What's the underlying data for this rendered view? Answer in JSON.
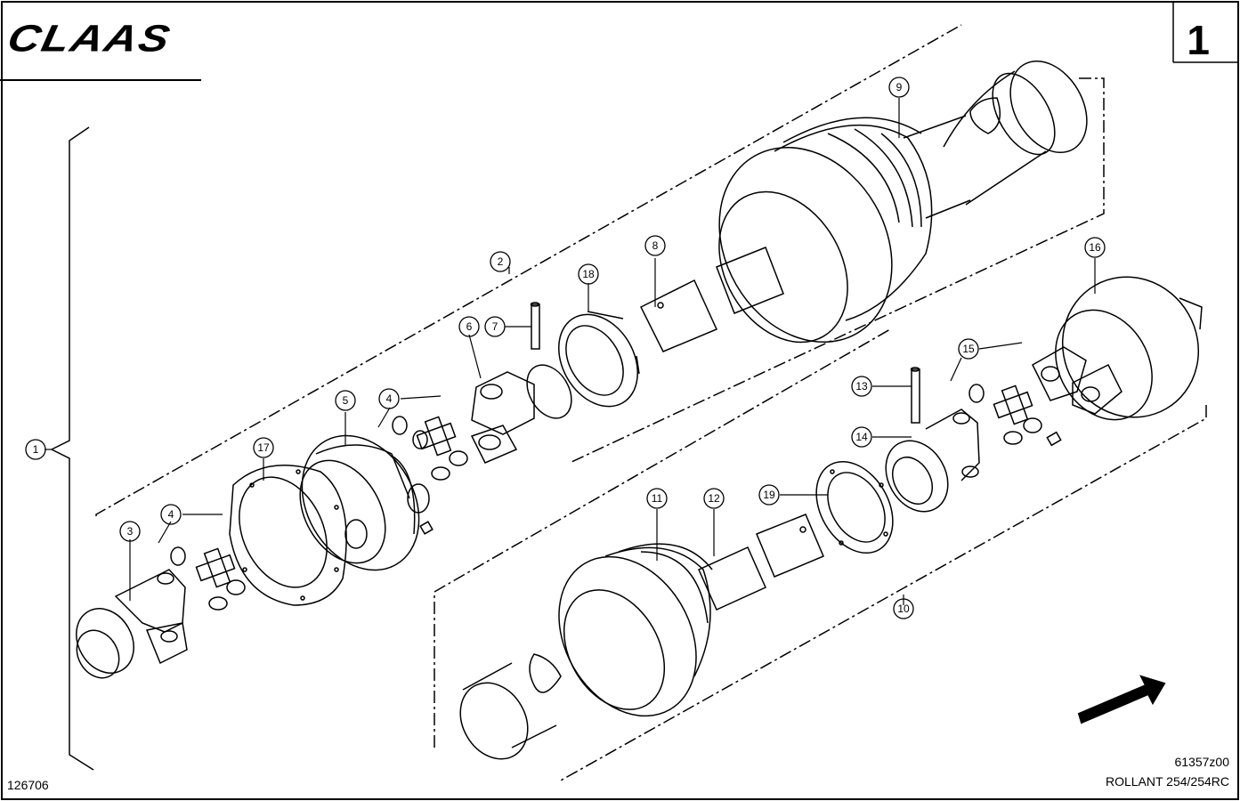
{
  "header": {
    "brand": "CLAAS",
    "page_number": "1"
  },
  "footer": {
    "doc_id": "126706",
    "drawing_number": "61357z00",
    "model": "ROLLANT 254/254RC"
  },
  "callouts": [
    "1",
    "2",
    "3",
    "4",
    "4",
    "5",
    "6",
    "7",
    "8",
    "9",
    "10",
    "11",
    "12",
    "13",
    "14",
    "15",
    "16",
    "17",
    "18",
    "19"
  ],
  "colors": {
    "ink": "#000000",
    "paper": "#ffffff"
  }
}
